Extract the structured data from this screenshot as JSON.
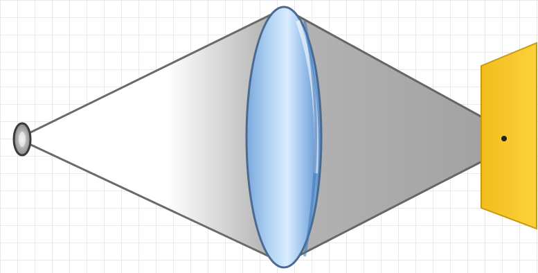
{
  "diagram": {
    "type": "lens-focusing-light",
    "elements": [
      "point-light-source",
      "light-cone-incoming",
      "convex-lens",
      "light-cone-converging",
      "screen",
      "focal-point"
    ],
    "colors": {
      "grid_line": "#e6e8ec",
      "beam_gray": "#a6a6a6",
      "beam_edge": "#666666",
      "lens_fill_dark": "#7aa8dc",
      "lens_fill_light": "#d8ecff",
      "lens_edge": "#4a6b8f",
      "screen_fill": "#f7c92c",
      "screen_edge": "#c99a10",
      "focal_point": "#222222"
    }
  }
}
